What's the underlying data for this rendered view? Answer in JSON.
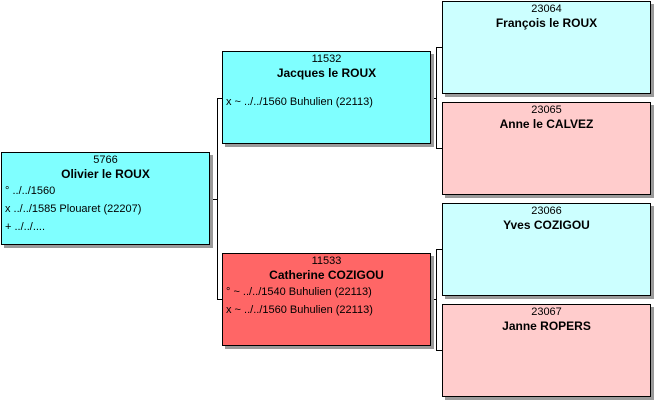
{
  "colors": {
    "male": "#7fffff",
    "female": "#ff6666",
    "male_light": "#ccffff",
    "female_light": "#ffcccc"
  },
  "persons": {
    "p5766": {
      "sosa": "5766",
      "name": "Olivier le ROUX",
      "events": [
        "° ../../1560",
        "x ../../1585 Plouaret (22207)",
        "+ ../../...."
      ]
    },
    "p11532": {
      "sosa": "11532",
      "name": "Jacques le ROUX",
      "events": [
        "x ~ ../../1560 Buhulien (22113)"
      ]
    },
    "p11533": {
      "sosa": "11533",
      "name": "Catherine COZIGOU",
      "events": [
        "° ~ ../../1540 Buhulien (22113)",
        "x ~ ../../1560 Buhulien (22113)"
      ]
    },
    "p23064": {
      "sosa": "23064",
      "name": "François le ROUX"
    },
    "p23065": {
      "sosa": "23065",
      "name": "Anne le CALVEZ"
    },
    "p23066": {
      "sosa": "23066",
      "name": "Yves COZIGOU"
    },
    "p23067": {
      "sosa": "23067",
      "name": "Janne ROPERS"
    }
  }
}
